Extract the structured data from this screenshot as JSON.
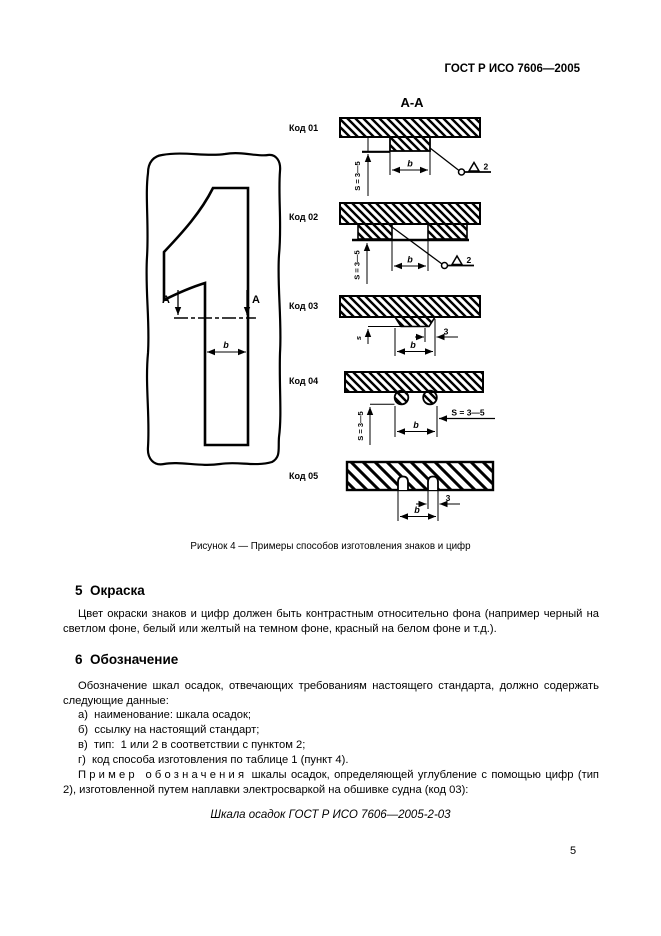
{
  "page": {
    "header": "ГОСТ Р ИСО 7606—2005",
    "number": "5"
  },
  "figure": {
    "section_view_title": "А-А",
    "caption": "Рисунок 4 — Примеры способов изготовления знаков и цифр",
    "numeral": "1",
    "section_marker": "А",
    "codes": {
      "c1": "Код 01",
      "c2": "Код 02",
      "c3": "Код 03",
      "c4": "Код 04",
      "c5": "Код 05"
    },
    "dims": {
      "b": "b",
      "s_range": "S = 3—5",
      "s": "s",
      "weld": "2",
      "three": "3"
    }
  },
  "section5": {
    "heading": "5  Окраска",
    "body": "Цвет окраски знаков и цифр должен быть контрастным относительно фона (например черный на светлом фоне, белый или желтый на темном фоне, красный на белом фоне и т.д.)."
  },
  "section6": {
    "heading": "6  Обозначение",
    "intro": "Обозначение шкал осадок, отвечающих требованиям настоящего стандарта, должно содержать следующие данные:",
    "items": [
      "а)  наименование: шкала осадок;",
      "б)  ссылку на настоящий стандарт;",
      "в)  тип:  1 или 2 в соответствии с пунктом 2;",
      "г)  код способа изготовления по таблице 1 (пункт 4)."
    ],
    "example_lead": "Пример обозначения",
    "example_rest": "шкалы осадок, определяющей углубление с помощью цифр (тип 2), изготовленной путем наплавки электросваркой на обшивке судна (код 03):",
    "designation": "Шкала осадок ГОСТ Р ИСО 7606—2005-2-03"
  }
}
